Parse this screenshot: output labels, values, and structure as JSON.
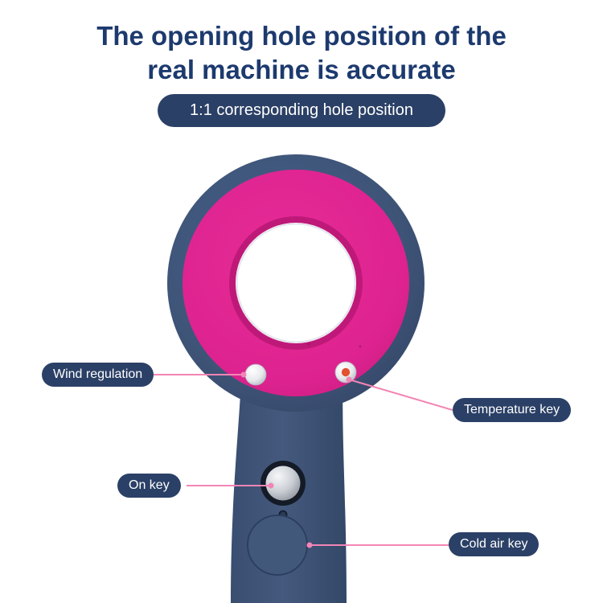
{
  "title": {
    "line1": "The opening hole position of the",
    "line2": "real machine is accurate"
  },
  "badge": {
    "label": "1:1 corresponding hole position"
  },
  "callouts": {
    "wind_regulation": {
      "label": "Wind regulation"
    },
    "temperature_key": {
      "label": "Temperature key"
    },
    "on_key": {
      "label": "On key"
    },
    "cold_air_key": {
      "label": "Cold air key"
    }
  },
  "colors": {
    "title_text": "#1D3A6E",
    "label_background": "#2B4066",
    "label_text": "#FFFFFF",
    "dryer_body_navy": "#3E5477",
    "dryer_ring_pink": "#DE2390",
    "callout_line_pink": "#F285B5",
    "temperature_dot": "#E2512F",
    "background": "#FFFFFF"
  }
}
